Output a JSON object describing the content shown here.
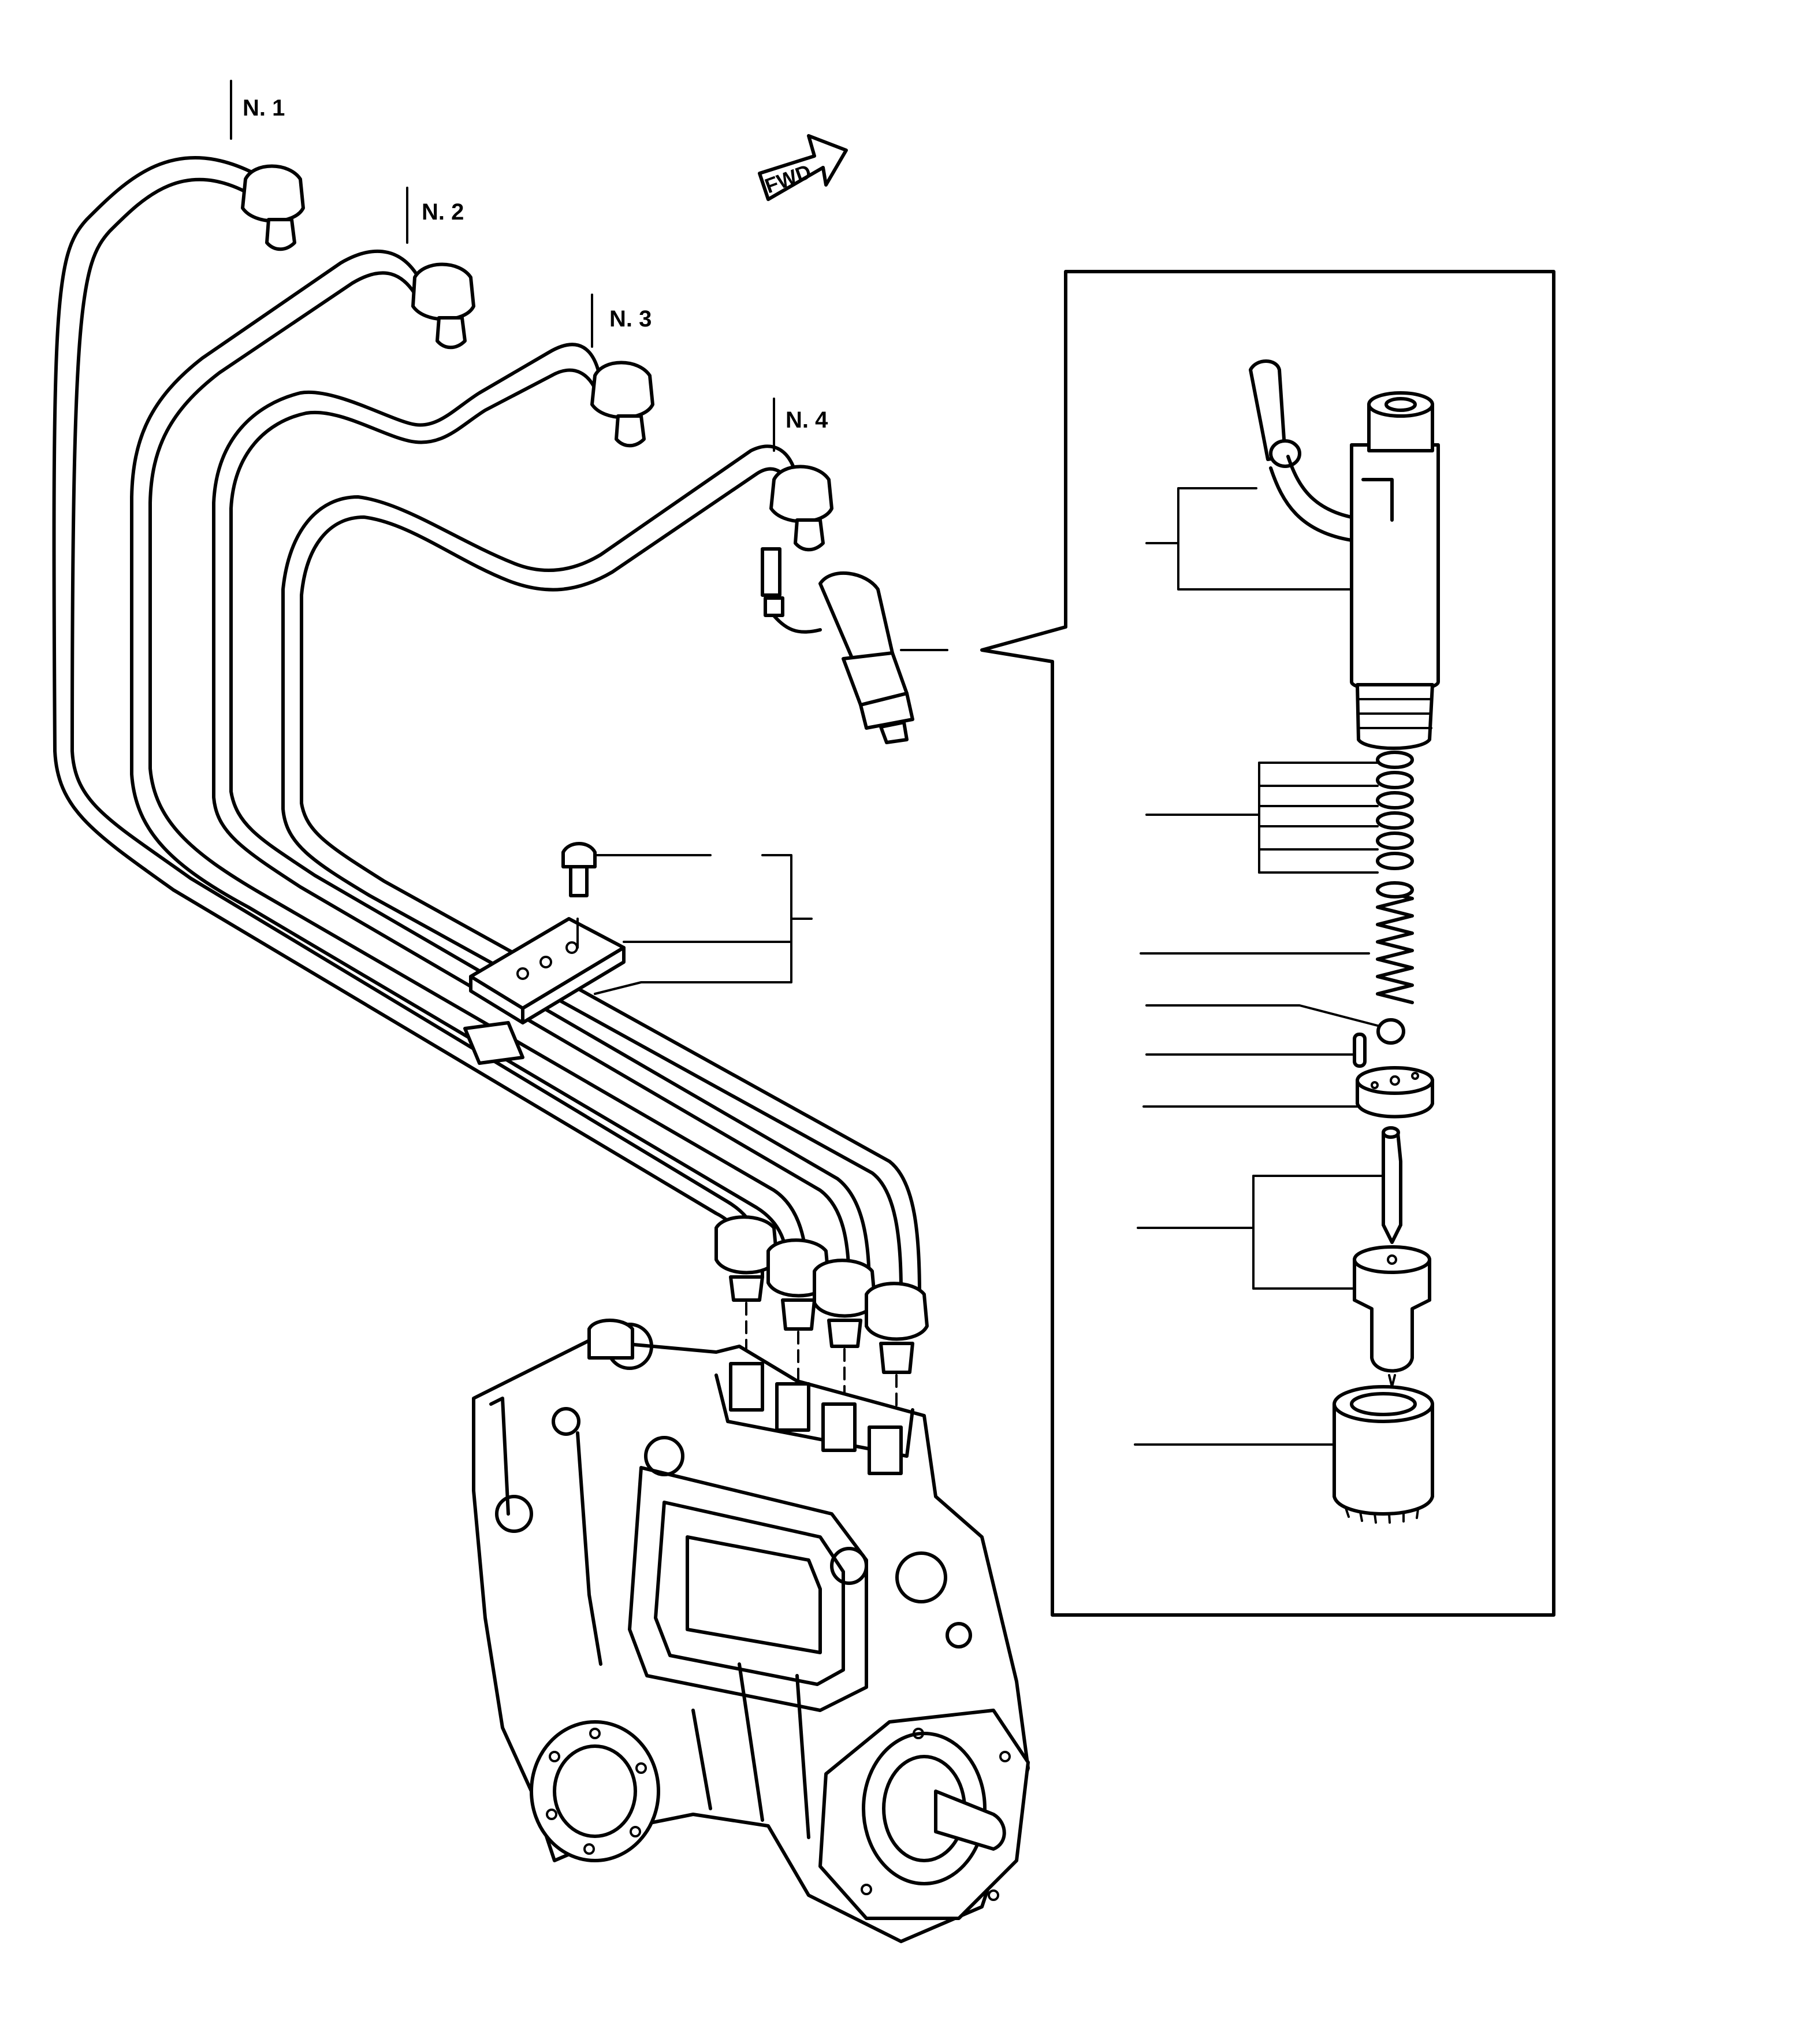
{
  "labels": {
    "line1": "N. 1",
    "line2": "N. 2",
    "line3": "N. 3",
    "line4": "N. 4",
    "forward": "FWD"
  }
}
